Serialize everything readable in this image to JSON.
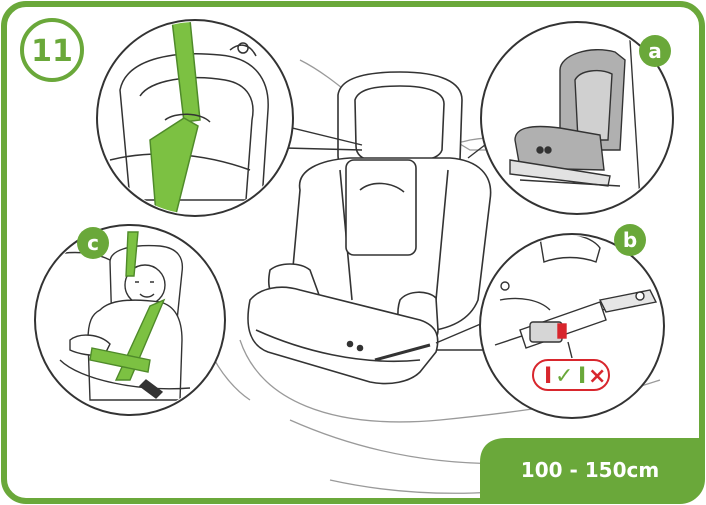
{
  "step": {
    "number": "11"
  },
  "callouts": [
    {
      "letter": "a"
    },
    {
      "letter": "b"
    },
    {
      "letter": "c"
    }
  ],
  "height_range": "100 - 150cm",
  "indicator": {
    "marks": [
      "I",
      "✓",
      "I",
      "×"
    ],
    "colors": [
      "#d8262d",
      "#6aa83a",
      "#6aa83a",
      "#d8262d"
    ]
  },
  "colors": {
    "frame_green": "#6aa83a",
    "belt_green": "#7cc142",
    "seat_gray": "#b0b0b0",
    "line": "#333333"
  },
  "icons": [
    "step-badge",
    "callout-a-badge",
    "callout-b-badge",
    "callout-c-badge",
    "check-mark-icon",
    "cross-mark-icon"
  ]
}
